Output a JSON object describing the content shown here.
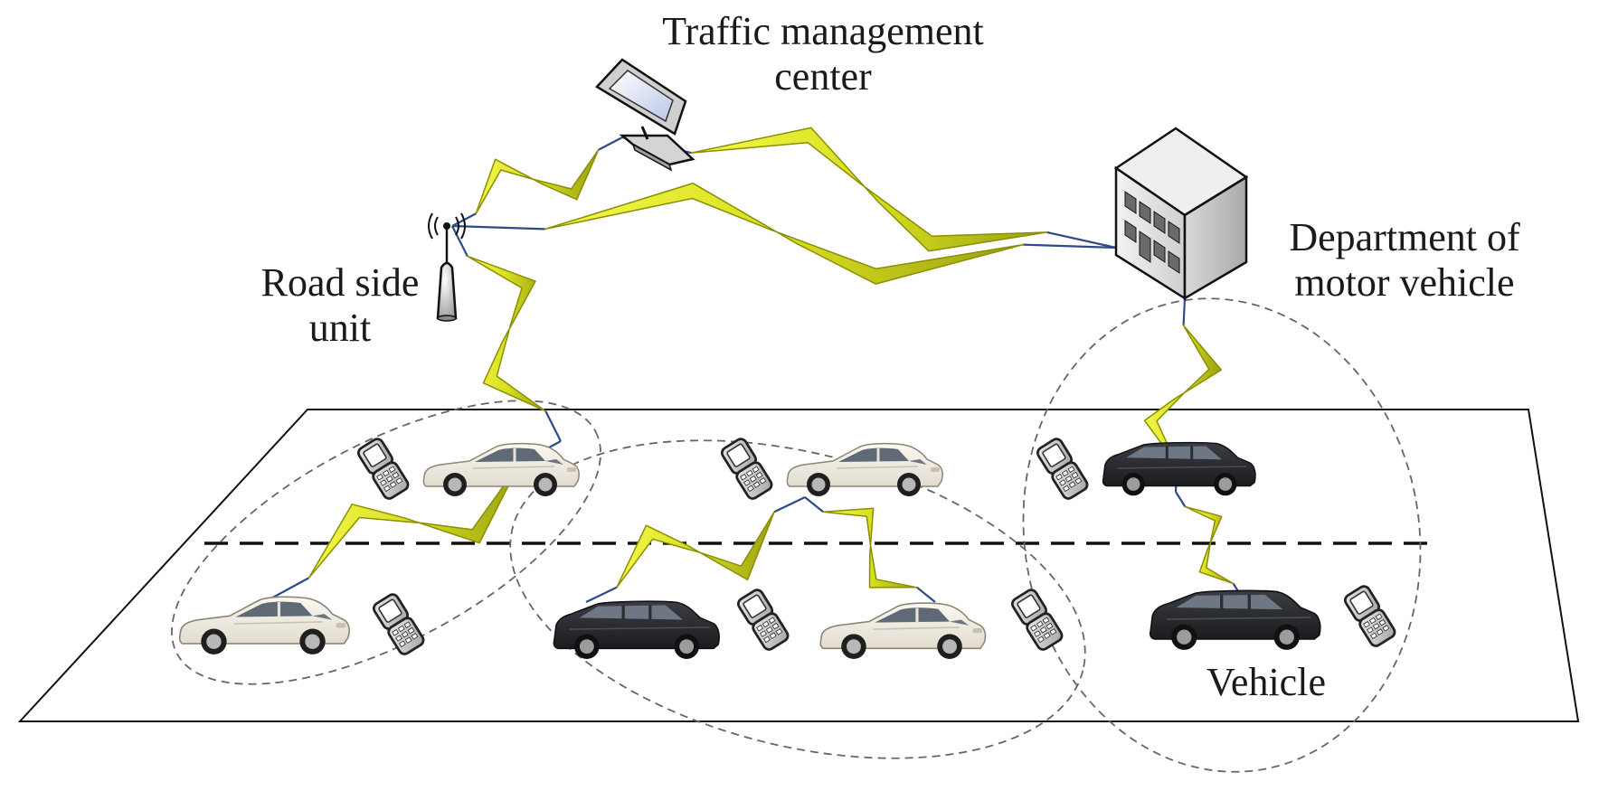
{
  "labels": {
    "traffic_center": [
      "Traffic management",
      "center"
    ],
    "department": [
      "Department of",
      "motor vehicle"
    ],
    "road_side_unit": [
      "Road side",
      "unit"
    ],
    "vehicle": "Vehicle"
  },
  "nodes": {
    "traffic_center": {
      "icon": "computer-monitor-icon"
    },
    "department": {
      "icon": "office-building-icon"
    },
    "road_side_unit": {
      "icon": "antenna-tower-icon"
    },
    "vehicles": [
      {
        "id": "v1",
        "color": "white",
        "icon": "white-car-icon"
      },
      {
        "id": "v2",
        "color": "white",
        "icon": "white-car-icon"
      },
      {
        "id": "v3",
        "color": "white",
        "icon": "white-car-icon"
      },
      {
        "id": "v4",
        "color": "black",
        "icon": "black-suv-icon"
      },
      {
        "id": "v5",
        "color": "black",
        "icon": "black-suv-icon"
      },
      {
        "id": "v6",
        "color": "white",
        "icon": "white-car-icon"
      },
      {
        "id": "v7",
        "color": "black",
        "icon": "black-suv-icon"
      }
    ],
    "phones": {
      "icon": "mobile-phone-icon",
      "count": 7
    }
  },
  "links": [
    {
      "from": "road_side_unit",
      "to": "traffic_center"
    },
    {
      "from": "traffic_center",
      "to": "department"
    },
    {
      "from": "road_side_unit",
      "to": "department"
    },
    {
      "from": "road_side_unit",
      "to": "v1"
    },
    {
      "from": "department",
      "to": "v4"
    },
    {
      "from": "v1",
      "to": "v2"
    },
    {
      "from": "v3",
      "to": "v5"
    },
    {
      "from": "v3",
      "to": "v6"
    },
    {
      "from": "v4",
      "to": "v7"
    }
  ],
  "colors": {
    "lightning_fill": "#e6ec1c",
    "lightning_stroke": "#8a8f00",
    "link_line": "#2e4a8a",
    "cluster_ellipse": "#666666",
    "white_car": "#f3eee4",
    "black_car": "#2b2d31"
  }
}
